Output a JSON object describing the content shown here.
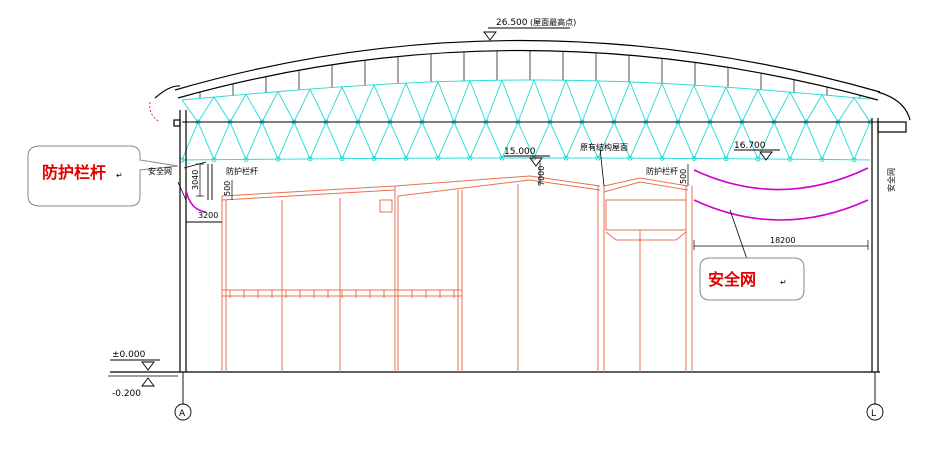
{
  "labels": {
    "ridge_elev": "26.500",
    "ridge_note": "(屋面最高点)",
    "truss_bottom_elev": "16.700",
    "inner_roof_elev": "15.000",
    "ground_elev": "±0.000",
    "outside_elev": "-0.200",
    "dim_3040": "3040",
    "dim_500_left": "500",
    "dim_3200": "3200",
    "dim_500_right": "500",
    "dim_7000": "7000",
    "dim_18200": "18200",
    "rail_left": "防护栏杆",
    "rail_right": "防护栏杆",
    "net_left": "安全网",
    "net_right": "安全网",
    "roof_note": "原有结构屋面"
  },
  "axes": {
    "left": "A",
    "right": "L"
  },
  "callouts": {
    "rail": "防护栏杆",
    "net": "安全网",
    "return_mark": "↵"
  },
  "colors": {
    "truss": "#20d8d8",
    "existing_building": "#e87050",
    "safety_net": "#d000d0",
    "callout_text": "#e00000",
    "line": "#000000"
  }
}
